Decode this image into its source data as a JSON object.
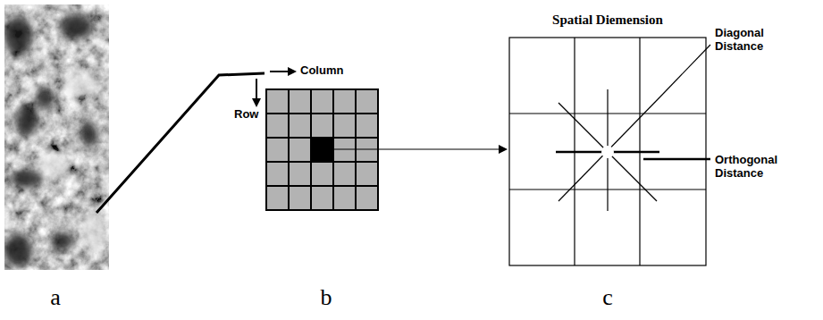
{
  "diagram": {
    "labels": [
      "Column",
      "Row",
      "Spatial Diemension",
      "Diagonal Distance",
      "Orthogonal Distance",
      "a",
      "b",
      "c"
    ]
  }
}
